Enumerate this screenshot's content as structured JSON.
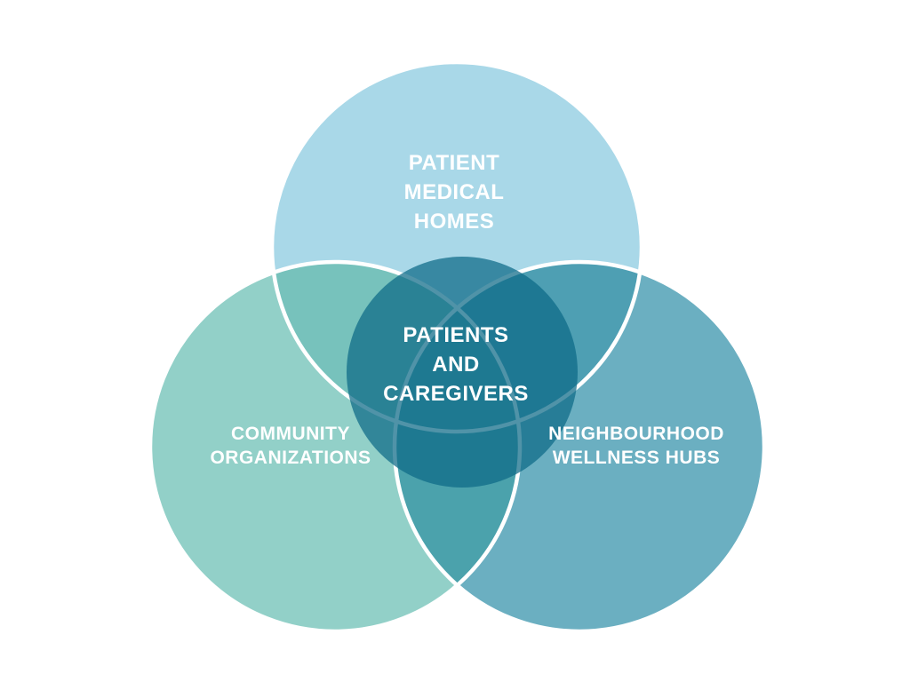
{
  "diagram": {
    "type": "venn-3-circle",
    "background_color": "#ffffff",
    "outline_color": "#ffffff",
    "text_color": "#ffffff",
    "circles": {
      "top": {
        "label": "PATIENT\nMEDICAL\nHOMES",
        "color": "#a9d8e8"
      },
      "left": {
        "label": "COMMUNITY\nORGANIZATIONS",
        "color": "#92d0c8"
      },
      "right": {
        "label": "NEIGHBOURHOOD\nWELLNESS HUBS",
        "color": "#6bafc1"
      },
      "center": {
        "label": "PATIENTS\nAND\nCAREGIVERS",
        "color": "rgba(13,106,135,0.72)"
      }
    },
    "overlaps": {
      "top_left": "#77c2bc",
      "top_right": "#4e9fb3",
      "left_right": "#4ba2ac"
    }
  }
}
